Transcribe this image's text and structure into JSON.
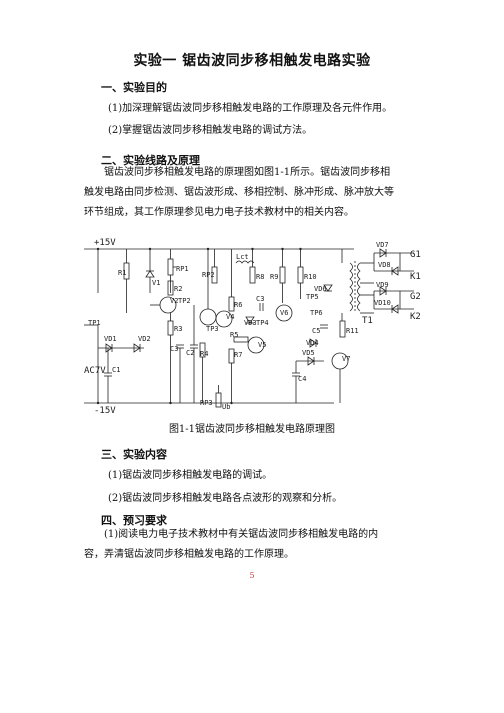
{
  "title": "实验一    锯齿波同步移相触发电路实验",
  "sections": [
    {
      "heading": "一、实验目的",
      "items": [
        "(1)加深理解锯齿波同步移相触发电路的工作原理及各元件作用。",
        "(2)掌握锯齿波同步移相触发电路的调试方法。"
      ]
    },
    {
      "heading": "二、实验线路及原理",
      "para_lines": [
        "锯齿波同步移相触发电路的原理图如图1-1所示。锯齿波同步移相",
        "触发电路由同步检测、锯齿波形成、移相控制、脉冲形成、脉冲放大等",
        "环节组成，其工作原理参见电力电子技术教材中的相关内容。"
      ]
    },
    {
      "heading": "三、实验内容",
      "items": [
        "(1)锯齿波同步移相触发电路的调试。",
        "(2)锯齿波同步移相触发电路各点波形的观察和分析。"
      ]
    },
    {
      "heading": "四、预习要求",
      "para_lines": [
        "(1)阅读电力电子技术教材中有关锯齿波同步移相触发电路的内",
        "容，弄清锯齿波同步移相触发电路的工作原理。"
      ]
    }
  ],
  "figure": {
    "caption": "图1-1锯齿波同步移相触发电路原理图",
    "labels": {
      "vplus": "+15V",
      "vminus": "-15V",
      "ac": "AC7V",
      "r1": "R1",
      "rp1": "RP1",
      "v1": "V1",
      "r2": "R2",
      "v2": "V2",
      "tp2": "TP2",
      "tp1": "TP1",
      "vd1": "VD1",
      "vd2": "VD2",
      "r3": "R3",
      "c3": "C3",
      "c2": "C2",
      "c1": "C1",
      "rp2": "RP2",
      "lct": "Lct",
      "r6": "R6",
      "v4": "V4",
      "tp3": "TP3",
      "r5": "R5",
      "r4": "R4",
      "r7": "R7",
      "v5": "V5",
      "r8": "R8",
      "r9": "R9",
      "r10": "R10",
      "c3b": "C3",
      "tp4": "TP4",
      "vd3": "VD3",
      "v6": "V6",
      "vd4": "VD4",
      "vd5": "VD5",
      "c4": "C4",
      "tp5": "TP5",
      "vd6": "VD6",
      "tp6": "TP6",
      "c5": "C5",
      "r11": "R11",
      "v7": "V7",
      "t1": "T1",
      "vd7": "VD7",
      "vd8": "VD8",
      "vd9": "VD9",
      "vd10": "VD10",
      "g1": "G1",
      "k1": "K1",
      "g2": "G2",
      "k2": "K2",
      "rp3": "RP3",
      "ub": "Ub"
    }
  },
  "page_number": "5"
}
